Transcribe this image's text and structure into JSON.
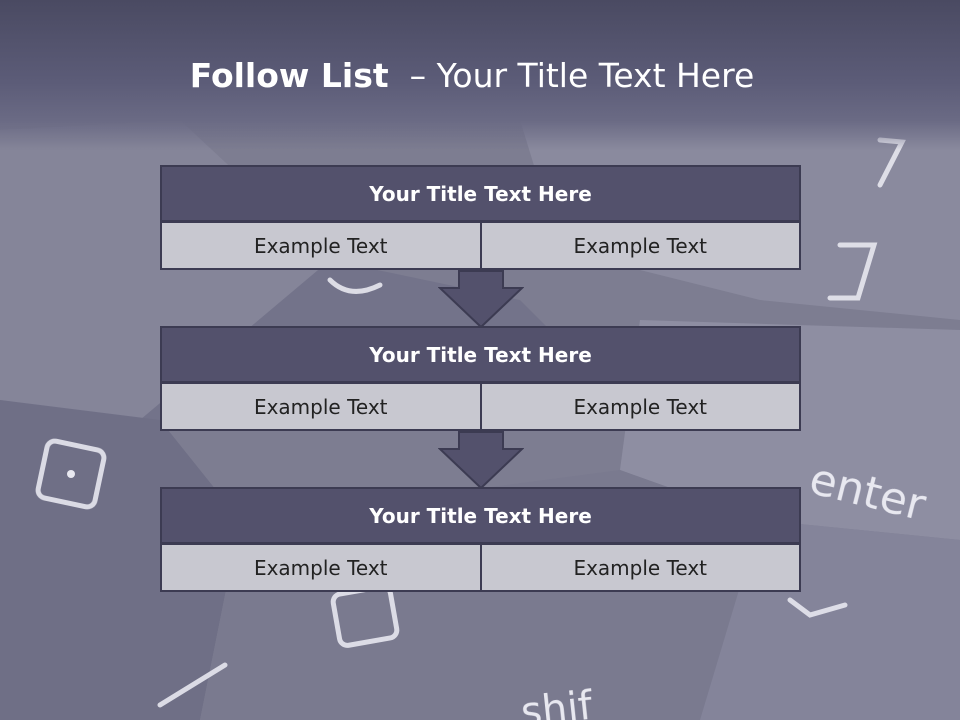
{
  "slide": {
    "title_bold": "Follow List",
    "title_rest": "– Your Title Text Here"
  },
  "blocks": [
    {
      "title": "Your Title Text Here",
      "left": "Example Text",
      "right": "Example Text"
    },
    {
      "title": "Your Title Text Here",
      "left": "Example Text",
      "right": "Example Text"
    },
    {
      "title": "Your Title Text Here",
      "left": "Example Text",
      "right": "Example Text"
    }
  ],
  "background": {
    "keyboard_labels": [
      "enter",
      "shif"
    ]
  },
  "colors": {
    "header": "#4a4a62",
    "title_box": "#53516c",
    "cell": "#c8c8d0",
    "border": "#3c3b52"
  }
}
